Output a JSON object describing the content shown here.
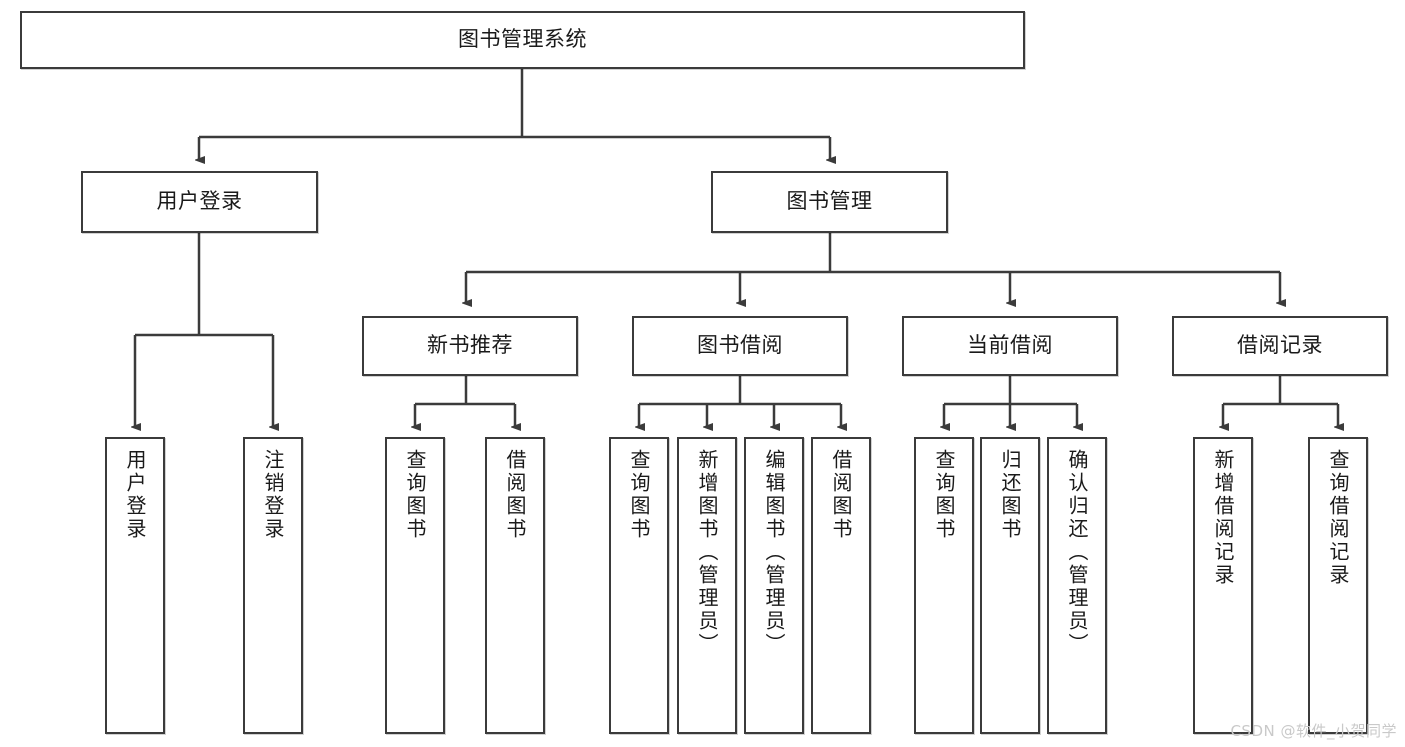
{
  "diagram": {
    "title": "图书管理系统",
    "type": "tree",
    "watermark": "CSDN @软件_小贺同学",
    "colors": {
      "node_border": "#3b3b3b",
      "node_fill": "#ffffff",
      "edge": "#3b3b3b",
      "text": "#1a1a1a",
      "watermark": "#c9c9c9"
    },
    "nodes": {
      "root": {
        "label": "图书管理系统"
      },
      "level2": [
        {
          "id": "user_login",
          "label": "用户登录"
        },
        {
          "id": "book_mgmt",
          "label": "图书管理"
        }
      ],
      "level3": [
        {
          "id": "new_book_rec",
          "label": "新书推荐"
        },
        {
          "id": "book_borrow",
          "label": "图书借阅"
        },
        {
          "id": "current_borrow",
          "label": "当前借阅"
        },
        {
          "id": "borrow_record",
          "label": "借阅记录"
        }
      ],
      "leaves": {
        "user_login": [
          {
            "id": "leaf_user_login",
            "label": "用户登录"
          },
          {
            "id": "leaf_logout",
            "label": "注销登录"
          }
        ],
        "new_book_rec": [
          {
            "id": "leaf_query_book_1",
            "label": "查询图书"
          },
          {
            "id": "leaf_borrow_book_1",
            "label": "借阅图书"
          }
        ],
        "book_borrow": [
          {
            "id": "leaf_query_book_2",
            "label": "查询图书"
          },
          {
            "id": "leaf_add_book",
            "label": "新增图书（管理员）"
          },
          {
            "id": "leaf_edit_book",
            "label": "编辑图书（管理员）"
          },
          {
            "id": "leaf_borrow_book_2",
            "label": "借阅图书"
          }
        ],
        "current_borrow": [
          {
            "id": "leaf_query_book_3",
            "label": "查询图书"
          },
          {
            "id": "leaf_return_book",
            "label": "归还图书"
          },
          {
            "id": "leaf_confirm_return",
            "label": "确认归还（管理员）"
          }
        ],
        "borrow_record": [
          {
            "id": "leaf_add_record",
            "label": "新增借阅记录"
          },
          {
            "id": "leaf_query_record",
            "label": "查询借阅记录"
          }
        ]
      }
    }
  }
}
